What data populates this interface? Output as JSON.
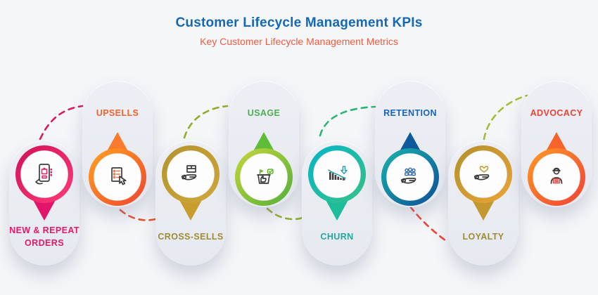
{
  "header": {
    "title": "Customer Lifecycle Management KPIs",
    "title_color": "#1569b3",
    "subtitle": "Key Customer Lifecycle Management Metrics",
    "subtitle_color": "#f15b40"
  },
  "items": [
    {
      "label": "NEW & REPEAT ORDERS",
      "position": "bottom",
      "label_color": "#e3196c",
      "ring_from": "#cf1257",
      "ring_to": "#ff3a78",
      "tail_color": "#e3156b",
      "accent": "#e91e63",
      "icon": "phone-order-icon"
    },
    {
      "label": "UPSELLS",
      "position": "top",
      "label_color": "#f4622d",
      "ring_from": "#ffa21f",
      "ring_to": "#f0452f",
      "tail_color": "#f97b2b",
      "accent": "#f4733a",
      "icon": "upsell-list-pointer-icon"
    },
    {
      "label": "CROSS-SELLS",
      "position": "bottom",
      "label_color": "#a08b33",
      "ring_from": "#b4932c",
      "ring_to": "#cfa83a",
      "tail_color": "#c99c2e",
      "accent": "#b99531",
      "icon": "hand-box-icon"
    },
    {
      "label": "USAGE",
      "position": "top",
      "label_color": "#4caf50",
      "ring_from": "#c6d63a",
      "ring_to": "#52b038",
      "tail_color": "#5fbc36",
      "accent": "#69b32a",
      "icon": "usage-bucket-icon"
    },
    {
      "label": "CHURN",
      "position": "bottom",
      "label_color": "#26a69a",
      "ring_from": "#06b5c9",
      "ring_to": "#35c285",
      "tail_color": "#1dbd9a",
      "accent": "#2a9fae",
      "icon": "declining-chart-icon"
    },
    {
      "label": "RETENTION",
      "position": "top",
      "label_color": "#1565c0",
      "ring_from": "#19b3ac",
      "ring_to": "#0d4f97",
      "tail_color": "#0e5a9d",
      "accent": "#2d69ac",
      "icon": "hand-people-icon"
    },
    {
      "label": "LOYALTY",
      "position": "bottom",
      "label_color": "#a08b33",
      "ring_from": "#b2902a",
      "ring_to": "#eda437",
      "tail_color": "#c3992f",
      "accent": "#c49a2e",
      "icon": "hand-heart-icon"
    },
    {
      "label": "ADVOCACY",
      "position": "top",
      "label_color": "#f04135",
      "ring_from": "#ff9a23",
      "ring_to": "#ef4136",
      "tail_color": "#f8652c",
      "accent": "#e04438",
      "icon": "advocate-person-icon"
    }
  ],
  "connectors": [
    {
      "from": "NEW & REPEAT ORDERS",
      "to": "UPSELLS",
      "color": "#d81b5e"
    },
    {
      "from": "UPSELLS",
      "to": "CROSS-SELLS",
      "color": "#ea4f2c"
    },
    {
      "from": "CROSS-SELLS",
      "to": "USAGE",
      "color": "#8fae2f"
    },
    {
      "from": "USAGE",
      "to": "CHURN",
      "color": "#8fae2f"
    },
    {
      "from": "CHURN",
      "to": "RETENTION",
      "color": "#2bb673"
    },
    {
      "from": "RETENTION",
      "to": "LOYALTY",
      "color": "#ee4236"
    },
    {
      "from": "LOYALTY",
      "to": "ADVOCACY",
      "color": "#a3bf3a"
    }
  ]
}
